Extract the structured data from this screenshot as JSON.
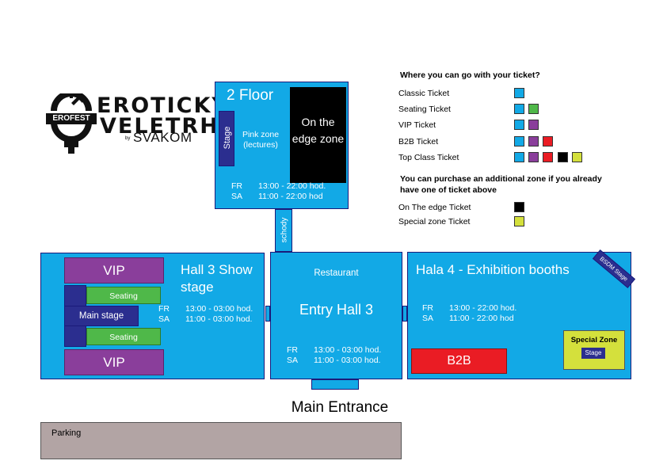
{
  "logo": {
    "title_line1": "EROTICKÝ",
    "title_line2": "VELETRH",
    "badge": "EROFEST",
    "by": "by",
    "brand": "SVAKOM"
  },
  "floor2": {
    "title": "2 Floor",
    "stage_label": "Stage",
    "pink_zone": "Pink zone (lectures)",
    "edge_zone": "On the edge zone",
    "hours": [
      {
        "day": "FR",
        "time": "13:00 - 22:00 hod."
      },
      {
        "day": "SA",
        "time": "11:00 - 22:00 hod"
      }
    ]
  },
  "stairs_label": "schody",
  "hall3": {
    "title": "Hall 3 Show stage",
    "vip_top": "VIP",
    "vip_bottom": "VIP",
    "seating_top": "Seating",
    "seating_bottom": "Seating",
    "main_stage": "Main stage",
    "hours": [
      {
        "day": "FR",
        "time": "13:00 - 03:00 hod."
      },
      {
        "day": "SA",
        "time": "11:00 - 03:00 hod."
      }
    ]
  },
  "entry_hall": {
    "restaurant": "Restaurant",
    "title": "Entry Hall 3",
    "hours": [
      {
        "day": "FR",
        "time": "13:00 - 03:00 hod."
      },
      {
        "day": "SA",
        "time": "11:00 - 03:00 hod."
      }
    ]
  },
  "hall4": {
    "title": "Hala 4 - Exhibition booths",
    "bsdm": "BSDM Stage",
    "b2b": "B2B",
    "special_zone": "Special Zone",
    "special_stage": "Stage",
    "hours": [
      {
        "day": "FR",
        "time": "13:00 - 22:00 hod."
      },
      {
        "day": "SA",
        "time": "11:00 - 22:00 hod"
      }
    ]
  },
  "main_entrance": "Main Entrance",
  "parking": "Parking",
  "legend": {
    "heading1": "Where you can go with your ticket?",
    "tickets": [
      {
        "name": "Classic Ticket",
        "zones": [
          "#12a9e6"
        ]
      },
      {
        "name": "Seating Ticket",
        "zones": [
          "#12a9e6",
          "#4fb849"
        ]
      },
      {
        "name": "VIP Ticket",
        "zones": [
          "#12a9e6",
          "#8a3e9b"
        ]
      },
      {
        "name": "B2B Ticket",
        "zones": [
          "#12a9e6",
          "#8a3e9b",
          "#ea1c24"
        ]
      },
      {
        "name": "Top Class Ticket",
        "zones": [
          "#12a9e6",
          "#8a3e9b",
          "#ea1c24",
          "#000000",
          "#d4e03c"
        ]
      }
    ],
    "heading2": "You can purchase an additional zone if you already have one of ticket above",
    "extras": [
      {
        "name": "On The edge Ticket",
        "zones": [
          "#000000"
        ]
      },
      {
        "name": "Special zone Ticket",
        "zones": [
          "#d4e03c"
        ]
      }
    ]
  }
}
